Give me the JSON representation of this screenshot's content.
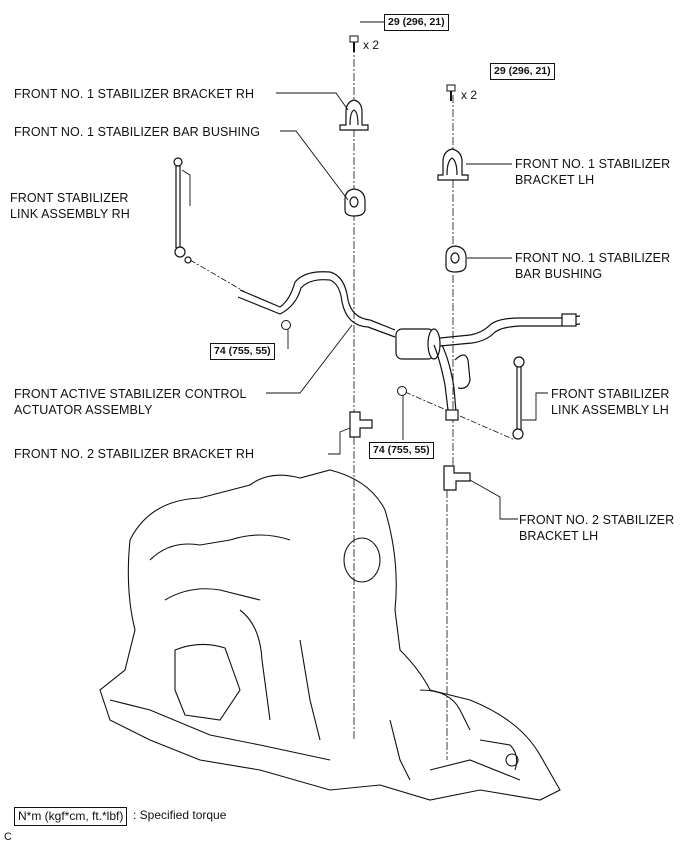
{
  "labels": {
    "bracket_rh_no1": "FRONT NO. 1 STABILIZER BRACKET RH",
    "bushing_no1_rh": "FRONT NO. 1 STABILIZER BAR BUSHING",
    "link_rh_line1": "FRONT STABILIZER",
    "link_rh_line2": "LINK ASSEMBLY RH",
    "bracket_lh_no1_line1": "FRONT NO. 1 STABILIZER",
    "bracket_lh_no1_line2": "BRACKET LH",
    "bushing_lh_line1": "FRONT NO. 1 STABILIZER",
    "bushing_lh_line2": "BAR BUSHING",
    "actuator_line1": "FRONT ACTIVE STABILIZER CONTROL",
    "actuator_line2": "ACTUATOR ASSEMBLY",
    "link_lh_line1": "FRONT STABILIZER",
    "link_lh_line2": "LINK ASSEMBLY LH",
    "bracket_rh_no2": "FRONT NO. 2 STABILIZER BRACKET RH",
    "bracket_lh_no2_line1": "FRONT NO. 2 STABILIZER",
    "bracket_lh_no2_line2": "BRACKET LH"
  },
  "torques": {
    "bolt_rh": "29 (296, 21)",
    "bolt_lh": "29 (296, 21)",
    "nut_rh": "74 (755, 55)",
    "nut_lh": "74 (755, 55)"
  },
  "quantities": {
    "bolt_rh_qty": "x 2",
    "bolt_lh_qty": "x 2"
  },
  "legend": {
    "unit": "N*m (kgf*cm, ft.*lbf)",
    "text": ": Specified torque"
  },
  "corner_mark": "C",
  "colors": {
    "line": "#111111",
    "background": "#ffffff"
  }
}
